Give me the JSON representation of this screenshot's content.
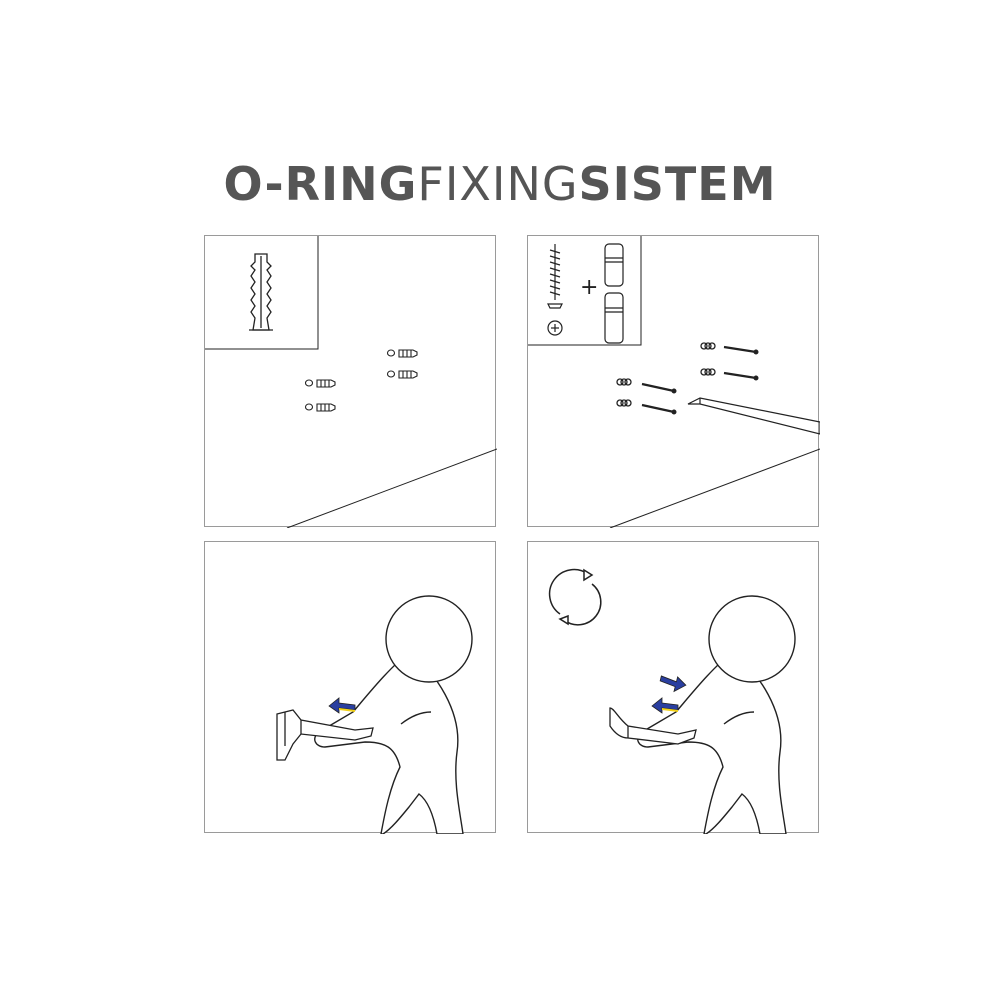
{
  "title": {
    "part1": "O-RING",
    "part2": "FIXING",
    "part3": "SISTEM"
  },
  "colors": {
    "text": "#555555",
    "line": "#222222",
    "frame": "#9a9a9a",
    "arrow_blue": "#2a3fa0",
    "arrow_yellow": "#f2d21a"
  },
  "steps": [
    {
      "content": "wall plugs inserted into four drilled holes",
      "inset_icon": "wall-plug-icon"
    },
    {
      "content": "screws and o-rings fixed with screwdriver",
      "inset_icon": "screw-plus-oring-icon",
      "plus_sign": "+"
    },
    {
      "content": "person hooks towel bar onto wall bracket",
      "arrow": "left"
    },
    {
      "content": "person rotates bar to lock",
      "rotate_icon": "rotate-icon"
    }
  ]
}
